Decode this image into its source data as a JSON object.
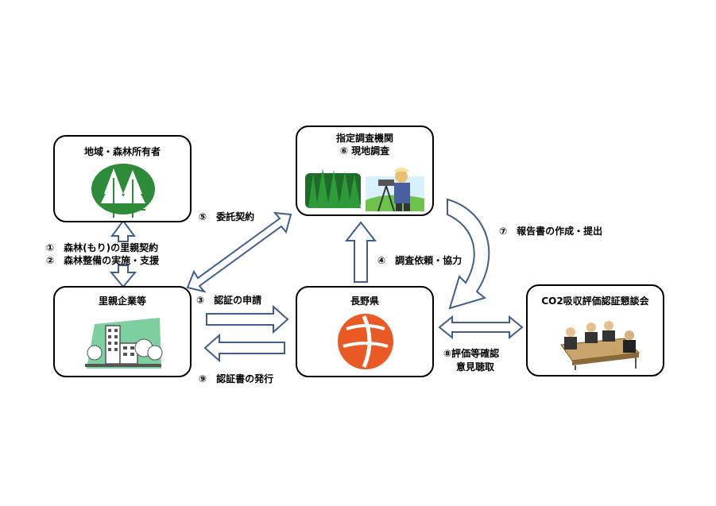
{
  "nodes": {
    "owner": {
      "title": "地域・森林所有者"
    },
    "agency": {
      "title": "指定調査機関",
      "subtitle": "⑥ 現地調査"
    },
    "company": {
      "title": "里親企業等"
    },
    "prefecture": {
      "title": "長野県"
    },
    "committee": {
      "title": "CO2吸収評価認証懇談会"
    }
  },
  "edges": {
    "contract_line1": "①　森林(もり)の里親契約",
    "contract_line2": "②　森林整備の実施・支援",
    "commission": "⑤　委託契約",
    "request": "④　調査依頼・協力",
    "report": "⑦　報告書の作成・提出",
    "apply": "③　認証の申請",
    "issue": "⑨　認証書の発行",
    "evaluate_line1": "⑧評価等確認",
    "evaluate_line2": "意見聴取"
  },
  "colors": {
    "arrow_stroke": "#3d5f8f",
    "arrow_fill": "#ffffff",
    "tree_green": "#2e8b3a",
    "logo_orange": "#ea5a24",
    "building_grey": "#8a8a8a"
  },
  "icons": {
    "owner": "forest-tree-icon",
    "agency": "surveyor-icon",
    "company": "building-icon",
    "prefecture": "nagano-prefecture-logo",
    "committee": "meeting-icon"
  }
}
